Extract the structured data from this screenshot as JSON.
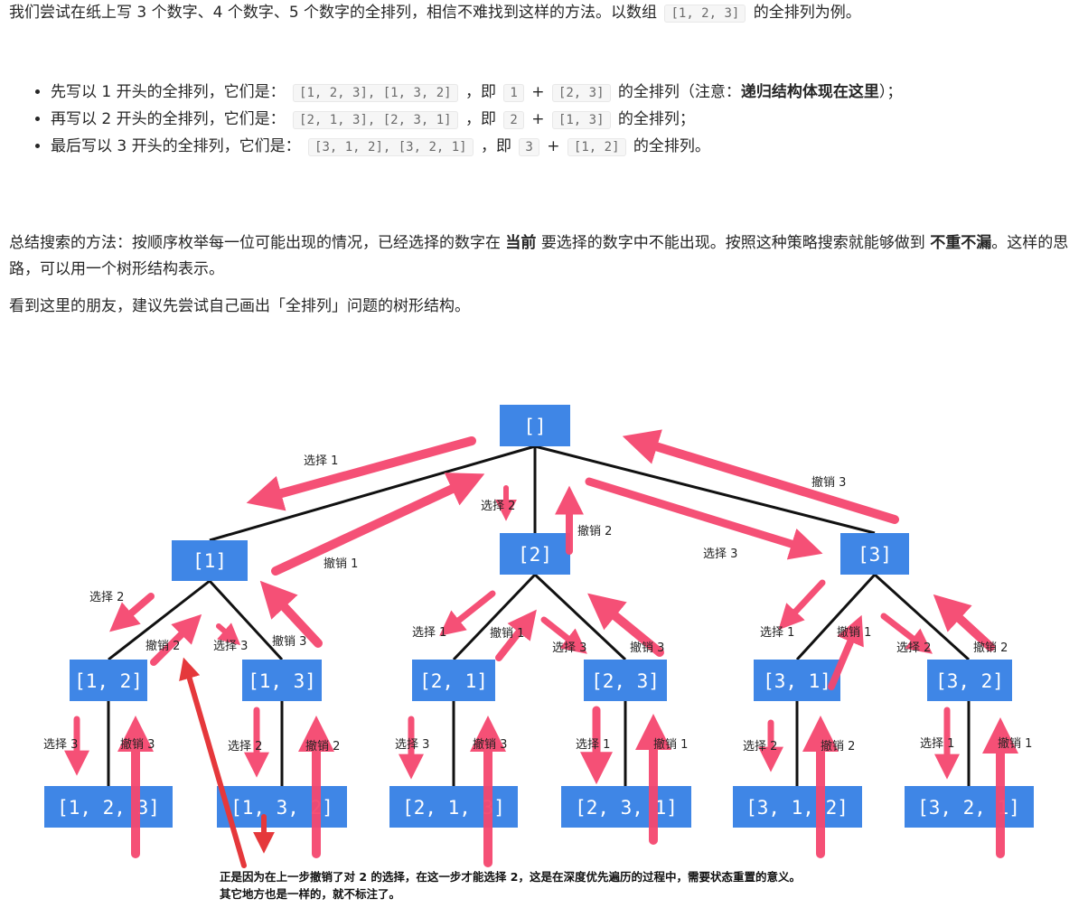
{
  "intro": {
    "text_1": "我们尝试在纸上写 3 个数字、4 个数字、5 个数字的全排列，相信不难找到这样的方法。以数组",
    "code_1": "[1, 2, 3]",
    "text_2": "的全排列为例。"
  },
  "list": [
    {
      "t1": "先写以 1 开头的全排列，它们是：",
      "c1": "[1, 2, 3], [1, 3, 2]",
      "t2": "，即",
      "c2": "1",
      "t3": "+",
      "c3": "[2, 3]",
      "t4": "的全排列（注意：",
      "b1": "递归结构体现在这里",
      "t5": "）；"
    },
    {
      "t1": "再写以 2 开头的全排列，它们是：",
      "c1": "[2, 1, 3], [2, 3, 1]",
      "t2": "，即",
      "c2": "2",
      "t3": "+",
      "c3": "[1, 3]",
      "t4": "的全排列；"
    },
    {
      "t1": "最后写以 3 开头的全排列，它们是：",
      "c1": "[3, 1, 2], [3, 2, 1]",
      "t2": "，即",
      "c2": "3",
      "t3": "+",
      "c3": "[1, 2]",
      "t4": "的全排列。"
    }
  ],
  "summary": {
    "t1": "总结搜索的方法：按顺序枚举每一位可能出现的情况，已经选择的数字在",
    "b1": "当前",
    "t2": "要选择的数字中不能出现。按照这种策略搜索就能够做到",
    "b2": "不重不漏",
    "t3": "。这样的思路，可以用一个树形结构表示。"
  },
  "prompt": "看到这里的朋友，建议先尝试自己画出「全排列」问题的树形结构。",
  "tree": {
    "colors": {
      "node": "#3f86e6",
      "edge": "#111111",
      "arrow": "#f5476f",
      "dark_arrow": "#e5383b"
    },
    "nodes": {
      "root": "[]",
      "n1": "[1]",
      "n2": "[2]",
      "n3": "[3]",
      "n12": "[1, 2]",
      "n13": "[1, 3]",
      "n21": "[2, 1]",
      "n23": "[2, 3]",
      "n31": "[3, 1]",
      "n32": "[3, 2]",
      "n123": "[1, 2, 3]",
      "n132": "[1, 3, 2]",
      "n213": "[2, 1, 3]",
      "n231": "[2, 3, 1]",
      "n312": "[3, 1, 2]",
      "n321": "[3, 2, 1]"
    },
    "labels": {
      "choose1": "选择 1",
      "choose2": "选择 2",
      "choose3": "选择 3",
      "undo1": "撤销 1",
      "undo2": "撤销 2",
      "undo3": "撤销 3"
    },
    "note_line1": "正是因为在上一步撤销了对 2 的选择，在这一步才能选择 2，这是在深度优先遍历的过程中，需要状态重置的意义。",
    "note_line2": "其它地方也是一样的，就不标注了。"
  }
}
